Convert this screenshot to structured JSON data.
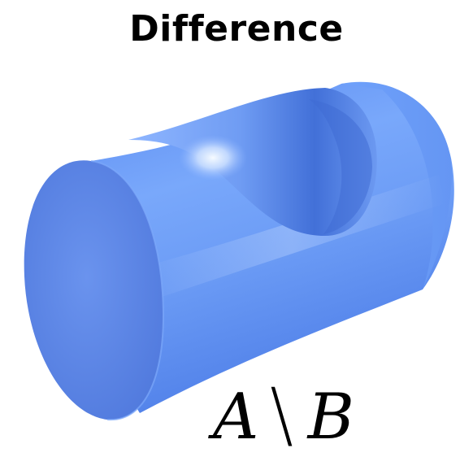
{
  "title": "Difference",
  "formula": {
    "left": "A",
    "operator": "\\",
    "right": "B"
  },
  "colors": {
    "solid_main": "#6f9ef6",
    "solid_dark": "#4b78e6",
    "cap": "#5b84e8",
    "highlight": "#eef6ff",
    "text": "#000000"
  },
  "icons": {
    "solid": "cylinder-with-spherical-cut"
  }
}
